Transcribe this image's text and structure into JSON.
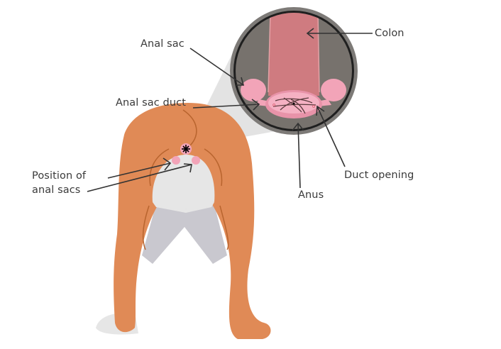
{
  "diagram": {
    "subject": "Dog hindquarters with magnified view of anal region",
    "colors": {
      "fur": "#e08a56",
      "fur_line": "#b8642e",
      "underside": "#e6e6e6",
      "shadow": "#c9c8cf",
      "lens_ring": "#7d7a77",
      "lens_rim": "#1f1f1f",
      "lens_bg": "#77726d",
      "colon": "#cf7b80",
      "colon_edge": "#e3a2a6",
      "sac_pink": "#f2a4b8",
      "anus_pink": "#f5b1c3",
      "callout_cone": "#d9d9d9",
      "label_text": "#3a3a3a",
      "pointer": "#333333"
    },
    "labels": {
      "colon": "Colon",
      "anal_sac": "Anal sac",
      "anal_sac_duct": "Anal sac duct",
      "position_line1": "Position of",
      "position_line2": "anal sacs",
      "duct_opening": "Duct opening",
      "anus": "Anus"
    }
  }
}
